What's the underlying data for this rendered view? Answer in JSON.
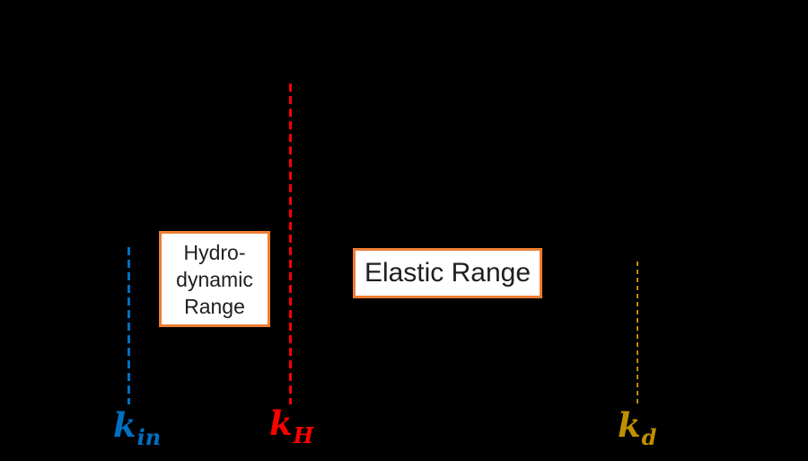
{
  "figure": {
    "background_color": "#000000"
  },
  "boxes": {
    "hydrodynamic": {
      "lines": [
        "Hydro-",
        "dynamic",
        "Range"
      ],
      "border_color": "#ED7D31",
      "fill_color": "#FFFFFF",
      "text_color": "#1F1F1F"
    },
    "elastic": {
      "label": "Elastic Range",
      "border_color": "#ED7D31",
      "fill_color": "#FFFFFF",
      "text_color": "#1F1F1F"
    }
  },
  "markers": [
    {
      "name": "k_in",
      "base": "k",
      "subscript": "in",
      "color": "#0070C0",
      "line_style": "dashed"
    },
    {
      "name": "k_H",
      "base": "k",
      "subscript": "H",
      "color": "#FF0000",
      "line_style": "dashed"
    },
    {
      "name": "k_d",
      "base": "k",
      "subscript": "d",
      "color": "#BF8F00",
      "line_style": "dashed"
    }
  ]
}
